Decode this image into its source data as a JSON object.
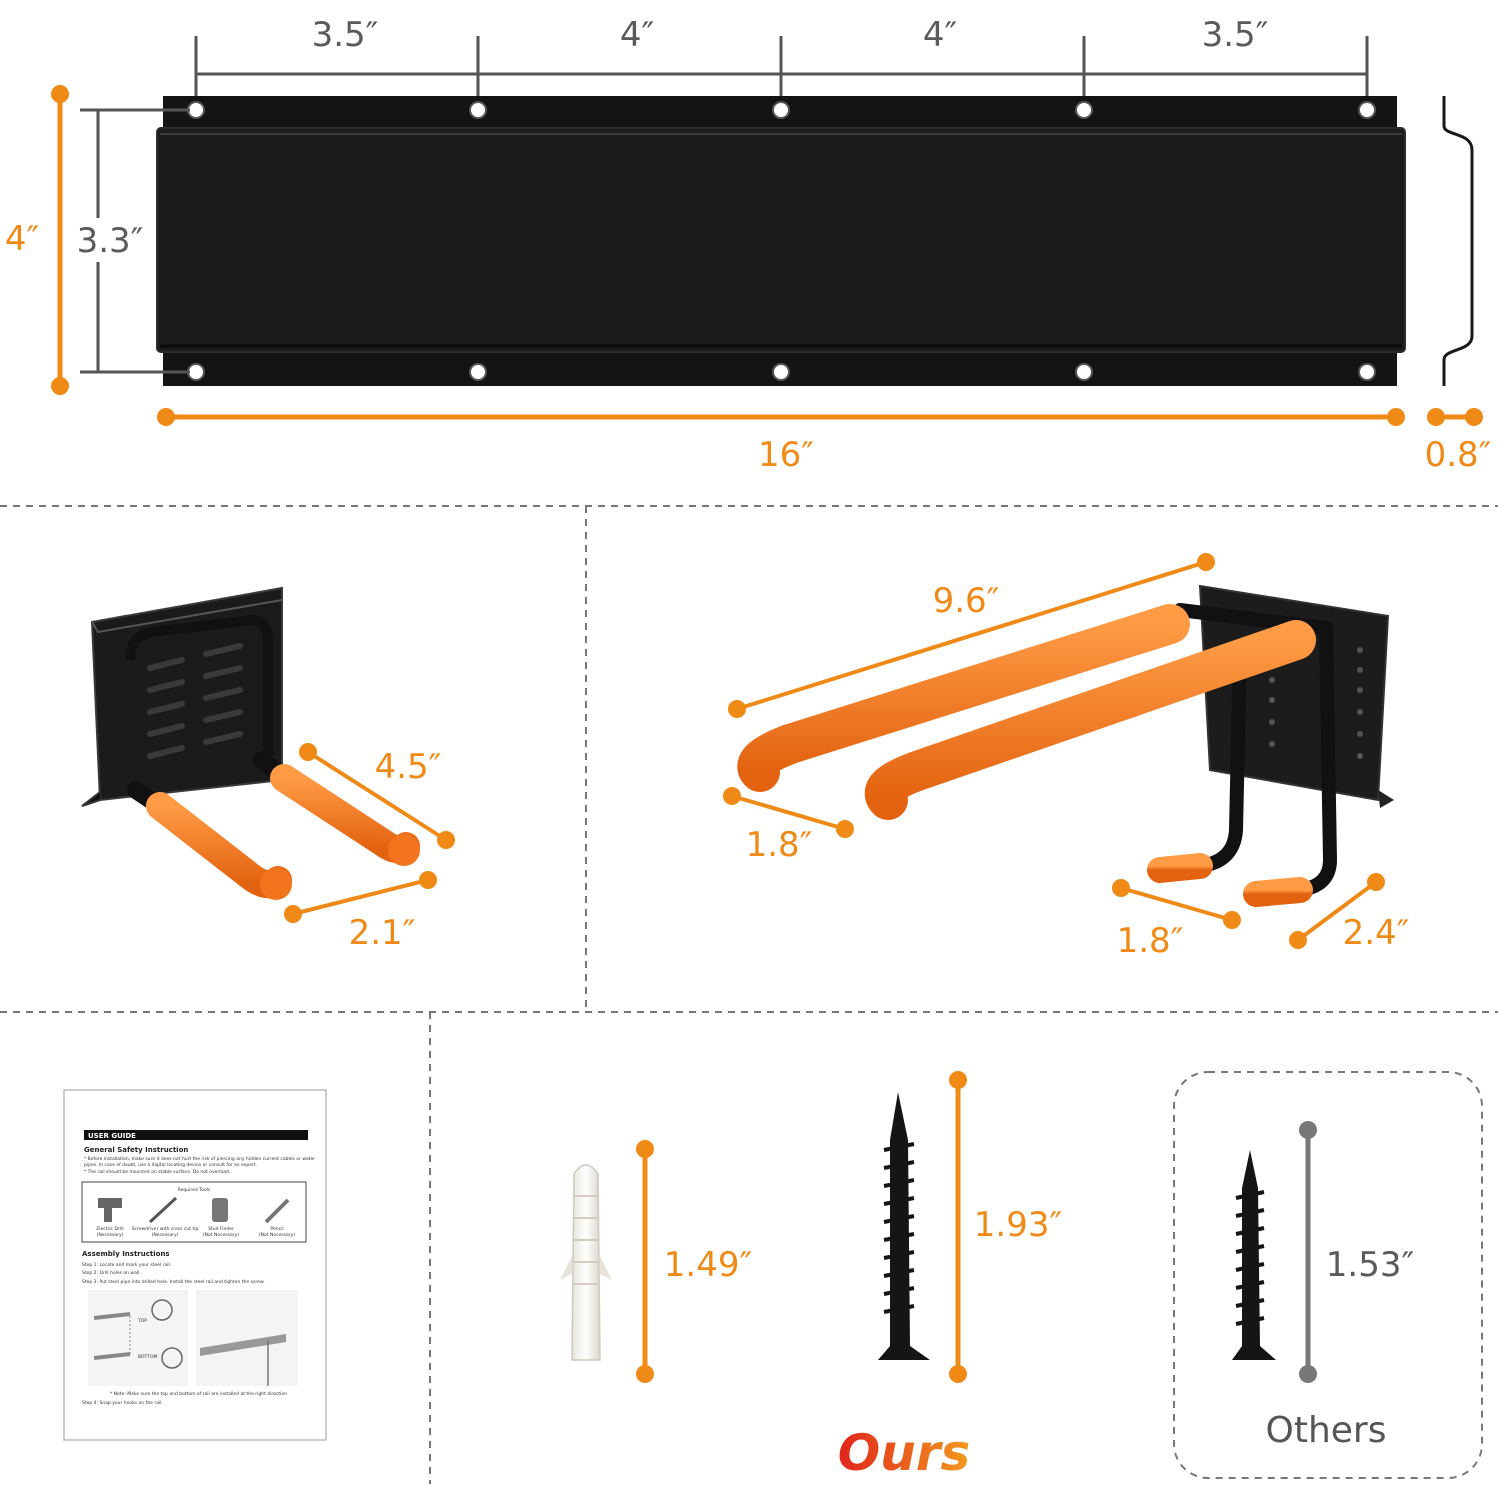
{
  "colors": {
    "accent": "#f08a17",
    "steel": "#1a1a1a",
    "gray": "#5a5a5a",
    "ours_red": "#e0241b",
    "ours_orange": "#f39a1e"
  },
  "rail": {
    "hole_spacing": [
      "3.5″",
      "4″",
      "4″",
      "3.5″"
    ],
    "height_total": "4″",
    "height_inner": "3.3″",
    "length": "16″",
    "depth": "0.8″"
  },
  "small_hook": {
    "length": "4.5″",
    "width": "2.1″"
  },
  "large_hook": {
    "length": "9.6″",
    "front_width": "1.8″",
    "bottom_width": "1.8″",
    "bottom_depth": "2.4″"
  },
  "guide": {
    "title": "USER GUIDE",
    "safety_heading": "General Safety Instruction",
    "safety_lines": [
      "* Before installation, make sure it does not hurt the risk of piercing any hidden current cables or water",
      "  pipes. In case of doubt, use a digital locating device or consult for an expert.",
      "* The rail should be mounted on stable surface. Do not overload."
    ],
    "tools_heading": "Required Tools",
    "tools": [
      {
        "name": "Electric Drill",
        "note": "(Necessary)"
      },
      {
        "name": "Screwdriver with cross cut tip",
        "note": "(Necessary)"
      },
      {
        "name": "Stud Finder",
        "note": "(Not Necessary)"
      },
      {
        "name": "Pencil",
        "note": "(Not Necessary)"
      }
    ],
    "assembly_heading": "Assembly Instructions",
    "steps": [
      "Step 1: Locate and mark your steel rail.",
      "Step 2: Drill holes on wall.",
      "Step 3: Put steel pipe into drilled hole. Install the steel rail and tighten the screw."
    ],
    "diagram_top": "TOP",
    "diagram_bottom": "BOTTOM",
    "note": "* Note: Make sure the top and bottom of rail are installed at the right direction",
    "step4": "Step 4: Snap your hooks on the rail."
  },
  "hardware": {
    "anchor_length": "1.49″",
    "screw_length": "1.93″",
    "ours_label": "Ours",
    "other_screw_length": "1.53″",
    "others_label": "Others"
  },
  "icons": [
    "wall-rail-image",
    "small-hook-image",
    "double-hook-image",
    "wall-anchor-image",
    "screw-image",
    "drill-icon",
    "screwdriver-icon",
    "stud-finder-icon",
    "pencil-icon"
  ]
}
